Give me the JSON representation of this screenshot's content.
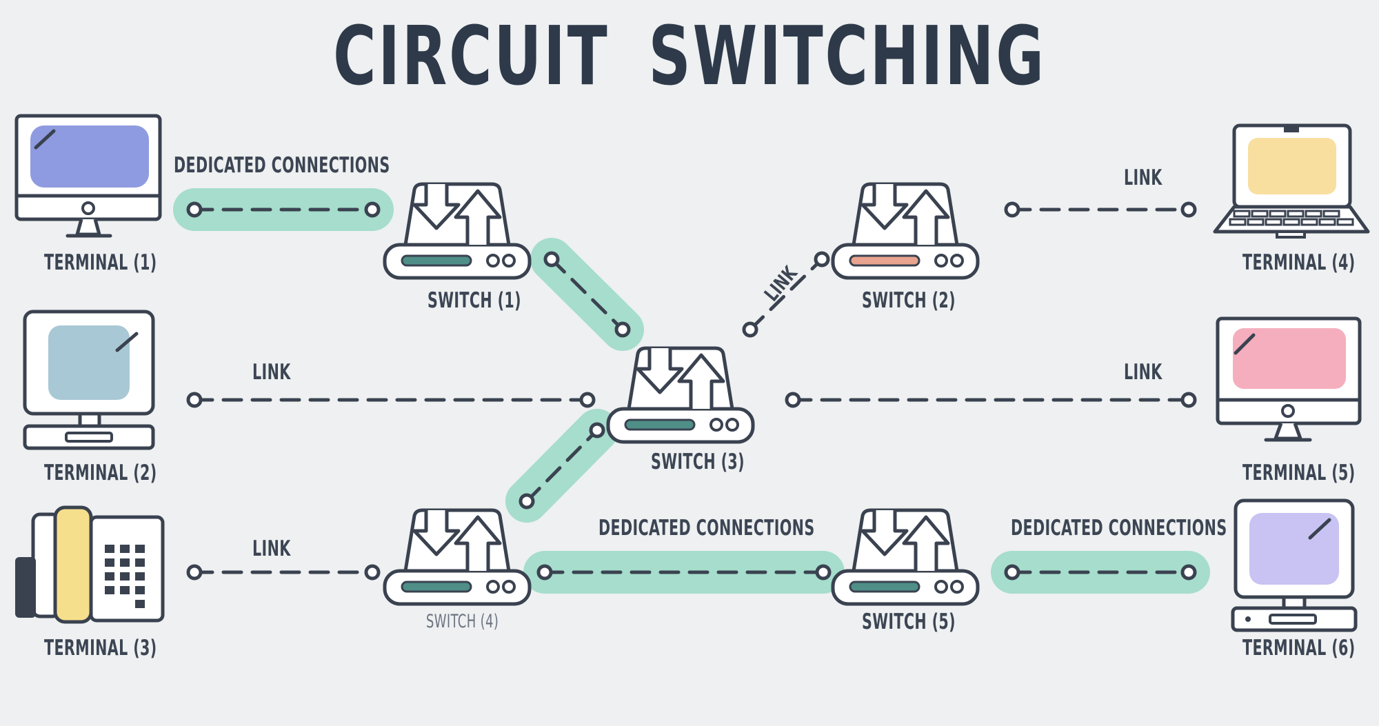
{
  "title": "CIRCUIT SWITCHING",
  "terminals": [
    {
      "label": "TERMINAL (1)",
      "kind": "desktop-monitor",
      "screen_color": "#8f9be0"
    },
    {
      "label": "TERMINAL (2)",
      "kind": "crt-computer",
      "screen_color": "#a9c8d6"
    },
    {
      "label": "TERMINAL (3)",
      "kind": "desk-telephone",
      "accent_color": "#f6df8c"
    },
    {
      "label": "TERMINAL (4)",
      "kind": "laptop",
      "screen_color": "#f8dfa0"
    },
    {
      "label": "TERMINAL (5)",
      "kind": "desktop-monitor",
      "screen_color": "#f5aebd"
    },
    {
      "label": "TERMINAL (6)",
      "kind": "crt-computer",
      "screen_color": "#c8c3f2"
    }
  ],
  "switches": [
    {
      "label": "SWITCH (1)"
    },
    {
      "label": "SWITCH (2)"
    },
    {
      "label": "SWITCH (3)"
    },
    {
      "label": "SWITCH (4)"
    },
    {
      "label": "SWITCH (5)"
    }
  ],
  "edge_labels": {
    "dedicated": "DEDICATED CONNECTIONS",
    "link": "LINK"
  },
  "connections": [
    {
      "from": "TERMINAL (1)",
      "to": "SWITCH (1)",
      "type": "dedicated",
      "label": "DEDICATED CONNECTIONS"
    },
    {
      "from": "SWITCH (1)",
      "to": "SWITCH (3)",
      "type": "dedicated"
    },
    {
      "from": "SWITCH (3)",
      "to": "SWITCH (2)",
      "type": "link",
      "label": "LINK"
    },
    {
      "from": "SWITCH (2)",
      "to": "TERMINAL (4)",
      "type": "link",
      "label": "LINK"
    },
    {
      "from": "TERMINAL (2)",
      "to": "SWITCH (3)",
      "type": "link",
      "label": "LINK"
    },
    {
      "from": "SWITCH (3)",
      "to": "TERMINAL (5)",
      "type": "link",
      "label": "LINK"
    },
    {
      "from": "SWITCH (4)",
      "to": "SWITCH (3)",
      "type": "dedicated"
    },
    {
      "from": "TERMINAL (3)",
      "to": "SWITCH (4)",
      "type": "link",
      "label": "LINK"
    },
    {
      "from": "SWITCH (4)",
      "to": "SWITCH (5)",
      "type": "dedicated",
      "label": "DEDICATED CONNECTIONS"
    },
    {
      "from": "SWITCH (5)",
      "to": "TERMINAL (6)",
      "type": "dedicated",
      "label": "DEDICATED CONNECTIONS"
    }
  ],
  "colors": {
    "background": "#eef0f1",
    "stroke": "#3a4250",
    "dedicated_highlight": "#9fdcc8",
    "switch_bar": "#4f8f88"
  }
}
